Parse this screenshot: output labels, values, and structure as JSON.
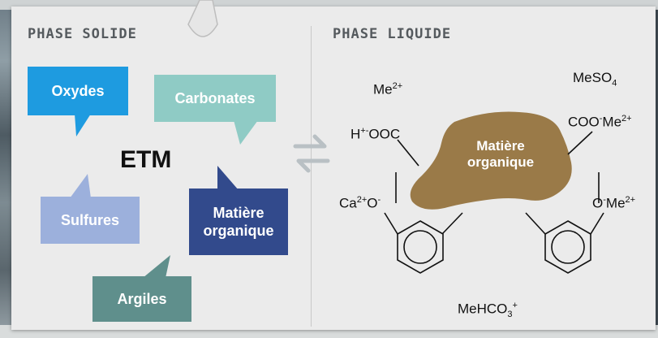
{
  "headings": {
    "solid": "PHASE SOLIDE",
    "liquid": "PHASE LIQUIDE"
  },
  "solid_phase": {
    "center": "ETM",
    "bubbles": {
      "oxydes": "Oxydes",
      "carbonates": "Carbonates",
      "sulfures": "Sulfures",
      "matiere": "Matière organique",
      "argiles": "Argiles"
    }
  },
  "liquid_phase": {
    "blob": "Matière organique",
    "species": {
      "me": {
        "base": "Me",
        "sup": "2+"
      },
      "meso4": {
        "base": "MeSO",
        "sub": "4"
      },
      "hooc": {
        "pre": "H",
        "sup": "+-",
        "post": "OOC"
      },
      "coome": {
        "pre": "COO",
        "sup1": "-",
        "mid": "Me",
        "sup2": "2+"
      },
      "cao": {
        "pre": "Ca",
        "sup1": "2+",
        "mid": "O",
        "sup2": "-"
      },
      "ome": {
        "pre": "O",
        "sup1": "-",
        "mid": "Me",
        "sup2": "2+"
      },
      "mehco3": {
        "base": "MeHCO",
        "sub": "3",
        "sup": "+"
      }
    }
  },
  "colors": {
    "oxydes": "#1e9be0",
    "carbonates": "#8fcbc5",
    "sulfures": "#9cb0dc",
    "matiere": "#324a8c",
    "argiles": "#5f8f8c",
    "blob": "#9a7a48",
    "arrow": "#b9c0c4"
  }
}
